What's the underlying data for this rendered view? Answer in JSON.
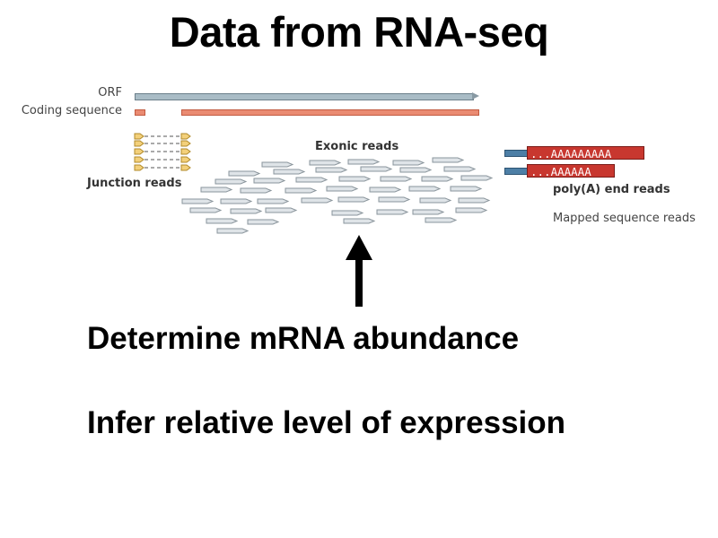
{
  "slide": {
    "title": "Data from RNA-seq",
    "statements": [
      "Determine mRNA abundance",
      "Infer relative level of expression"
    ]
  },
  "diagram": {
    "labels": {
      "orf": "ORF",
      "coding_sequence": "Coding sequence",
      "exonic_reads": "Exonic reads",
      "junction_reads": "Junction reads",
      "polya_end_reads": "poly(A) end reads",
      "mapped_sequence_reads": "Mapped sequence reads"
    },
    "polya_sequences": [
      "...AAAAAAAAA",
      "...AAAAAA"
    ],
    "colors": {
      "orf": "#a9bcc6",
      "coding_sequence": "#ea8b72",
      "polya_box": "#c8372f",
      "polya_tail": "#4d7fa6",
      "read_fill": "#dfe4e8",
      "read_stroke": "#8a959c",
      "junction_fill": "#f3d07a",
      "junction_stroke": "#b08a2a"
    }
  }
}
